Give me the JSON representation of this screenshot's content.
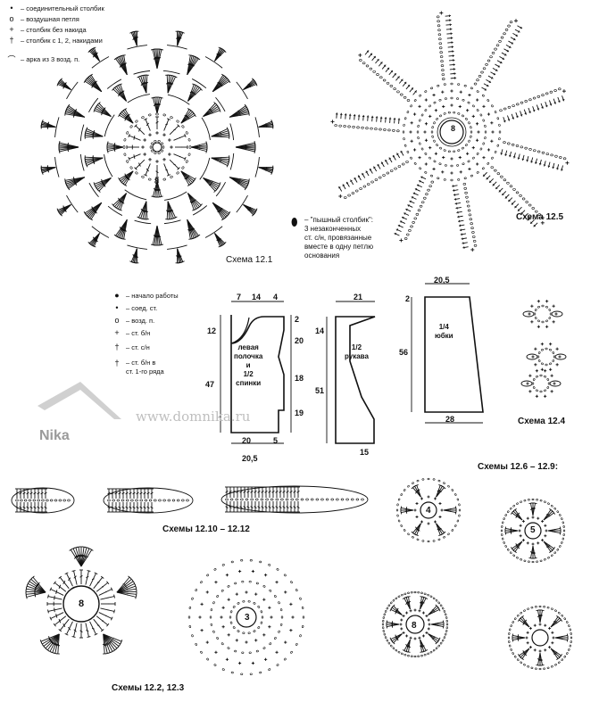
{
  "legend_top": [
    {
      "symbol": "•",
      "text": "– соединительный столбик"
    },
    {
      "symbol": "o",
      "text": "– воздушная петля"
    },
    {
      "symbol": "+",
      "text": "– столбик без накида"
    },
    {
      "symbol": "†",
      "text": "– столбик с 1, 2, накидами"
    },
    {
      "symbol": "⌒",
      "text": "– арка из 3 возд. п."
    }
  ],
  "special_stitch": {
    "symbol": "⬮",
    "text": "– \"пышный столбик\":\n3 незаконченных\nст. с/н, провязанные\nвместе в одну петлю\nоснования"
  },
  "legend_mid": [
    {
      "symbol": "●",
      "text": "– начало работы"
    },
    {
      "symbol": "•",
      "text": "– соед. ст."
    },
    {
      "symbol": "o",
      "text": "– возд. п."
    },
    {
      "symbol": "+",
      "text": "– ст. б/н"
    },
    {
      "symbol": "†",
      "text": "– ст. с/н"
    },
    {
      "symbol": "†",
      "text": "– ст. б/н в\nст. 1-го ряда"
    }
  ],
  "captions": {
    "scheme_12_1": "Схема 12.1",
    "scheme_12_5": "Схема 12.5",
    "scheme_12_4": "Схема 12.4",
    "schemes_12_10_12_12": "Схемы 12.10 – 12.12",
    "schemes_12_6_12_9": "Схемы 12.6 – 12.9:",
    "schemes_12_2_12_3": "Схемы 12.2, 12.3"
  },
  "pattern_front": {
    "label": "левая\nполочка\nи\n1/2\nспинки",
    "dims": {
      "top_a": "7",
      "top_b": "14",
      "top_c": "4",
      "left_a": "12",
      "left_b": "47",
      "right_a": "2",
      "right_b": "20",
      "right_c": "18",
      "right_d": "19",
      "bottom": "20",
      "bottom_c": "5",
      "bottom_total": "20,5"
    }
  },
  "pattern_sleeve": {
    "label": "1/2\nрукава",
    "dims": {
      "top": "21",
      "left_a": "14",
      "left_b": "51",
      "bottom": "15"
    }
  },
  "pattern_skirt": {
    "label": "1/4\nюбки",
    "dims": {
      "top": "20,5",
      "left_a": "2",
      "left_b": "56",
      "bottom": "28"
    }
  },
  "motif_numbers": {
    "m_12_1": "8",
    "m_12_5": "8",
    "m_12_6": "4",
    "m_12_7": "5",
    "m_12_8": "8",
    "m_12_2": "8",
    "m_12_3": "3"
  },
  "watermark": {
    "url": "www.domnika.ru",
    "brand": "Nika"
  }
}
